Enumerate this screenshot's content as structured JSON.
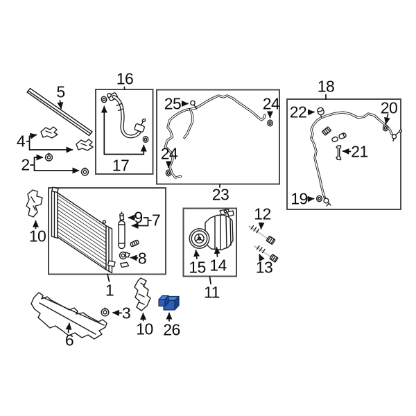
{
  "colors": {
    "background": "#ffffff",
    "line_art": "#1b1b1b",
    "box_border": "#4a4a4a",
    "label_text": "#0c0c0c",
    "highlight_blue": "#2d5fb3",
    "highlight_blue_light": "#4d7fd2",
    "highlight_blue_dark": "#1e4489"
  },
  "highlighted_part": "26",
  "callouts": {
    "c1": "1",
    "c2": "2",
    "c3": "3",
    "c4": "4",
    "c5": "5",
    "c6": "6",
    "c7": "7",
    "c8": "8",
    "c9": "9",
    "c10a": "10",
    "c10b": "10",
    "c11": "11",
    "c12": "12",
    "c13": "13",
    "c14": "14",
    "c15": "15",
    "c16": "16",
    "c17": "17",
    "c18": "18",
    "c19": "19",
    "c20": "20",
    "c21": "21",
    "c22": "22",
    "c23": "23",
    "c24a": "24",
    "c24b": "24",
    "c25": "25",
    "c26": "26"
  }
}
